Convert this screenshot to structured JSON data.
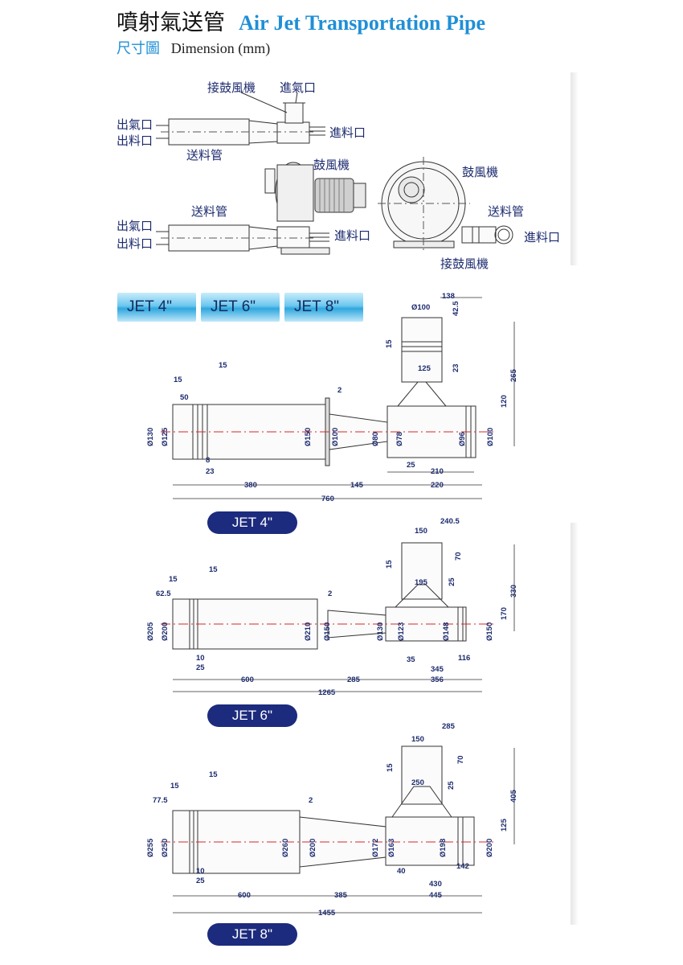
{
  "header": {
    "title_zh": "噴射氣送管",
    "title_en": "Air Jet Transportation Pipe",
    "subtitle_zh": "尺寸圖",
    "subtitle_en": "Dimension (mm)"
  },
  "overview": {
    "top": {
      "blower_inlet_fitting": "接鼓風機",
      "air_inlet": "進氣口",
      "air_outlet": "出氣口",
      "material_outlet": "出料口",
      "material_inlet": "進料口",
      "conveying_pipe": "送料管"
    },
    "bottom_left": {
      "blower": "鼓風機",
      "conveying_pipe": "送料管",
      "air_outlet": "出氣口",
      "material_outlet": "出料口",
      "material_inlet": "進料口"
    },
    "bottom_right": {
      "blower": "鼓風機",
      "conveying_pipe": "送料管",
      "material_inlet": "進料口",
      "blower_fitting": "接鼓風機"
    }
  },
  "tabs": [
    {
      "label": "JET 4\""
    },
    {
      "label": "JET 6\""
    },
    {
      "label": "JET 8\""
    }
  ],
  "jet4": {
    "name": "JET 4\"",
    "dims": {
      "d138": "138",
      "d100top": "Ø100",
      "d42_5": "42.5",
      "d15v": "15",
      "d125": "125",
      "d23v": "23",
      "d265": "265",
      "d120": "120",
      "d15a": "15",
      "d15b": "15",
      "d2": "2",
      "d50": "50",
      "d130": "Ø130",
      "d125dia": "Ø125",
      "d150": "Ø150",
      "d100a": "Ø100",
      "d80": "Ø80",
      "d78": "Ø78",
      "d96": "Ø96",
      "d100b": "Ø100",
      "d8": "8",
      "d23": "23",
      "d25": "25",
      "d210": "210",
      "d380": "380",
      "d145": "145",
      "d220": "220",
      "d760": "760"
    }
  },
  "jet6": {
    "name": "JET 6\"",
    "dims": {
      "d240": "240.5",
      "d150top": "150",
      "d70": "70",
      "d15v": "15",
      "d195": "195",
      "d25v": "25",
      "d330": "330",
      "d170": "170",
      "d15a": "15",
      "d15b": "15",
      "d62": "62.5",
      "d2": "2",
      "d205": "Ø205",
      "d200": "Ø200",
      "d210": "Ø210",
      "d150a": "Ø150",
      "d130": "Ø130",
      "d123": "Ø123",
      "d148": "Ø148",
      "d150b": "Ø150",
      "d10": "10",
      "d25": "25",
      "d35": "35",
      "d116": "116",
      "d345": "345",
      "d600": "600",
      "d285": "285",
      "d356": "356",
      "d1265": "1265"
    }
  },
  "jet8": {
    "name": "JET 8\"",
    "dims": {
      "d285top": "285",
      "d150top": "150",
      "d70": "70",
      "d15v": "15",
      "d250": "250",
      "d25v": "25",
      "d405": "405",
      "d125": "125",
      "d15a": "15",
      "d15b": "15",
      "d77": "77.5",
      "d2": "2",
      "d255": "Ø255",
      "d250dia": "Ø250",
      "d260": "Ø260",
      "d200a": "Ø200",
      "d172": "Ø172",
      "d163": "Ø163",
      "d198": "Ø198",
      "d200b": "Ø200",
      "d10": "10",
      "d25": "25",
      "d40": "40",
      "d142": "142",
      "d430": "430",
      "d600": "600",
      "d385": "385",
      "d445": "445",
      "d1455": "1455"
    }
  },
  "colors": {
    "accent_blue": "#1f8fd6",
    "navy": "#1c2b7d",
    "dim_text": "#1c2b6e",
    "centerline": "#d42a2a"
  }
}
